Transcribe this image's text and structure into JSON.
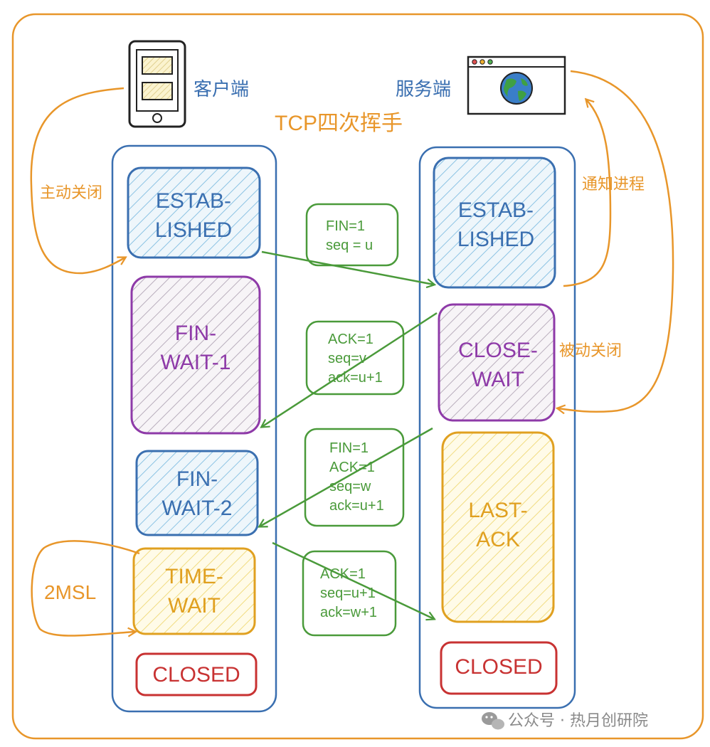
{
  "title": "TCP四次挥手",
  "client": {
    "label": "客户端"
  },
  "server": {
    "label": "服务端"
  },
  "annotations": {
    "active_close": "主动关闭",
    "notify_process": "通知进程",
    "passive_close": "被动关闭",
    "two_msl": "2MSL"
  },
  "client_states": [
    {
      "line1": "ESTAB-",
      "line2": "LISHED",
      "color": "#3a6fb0"
    },
    {
      "line1": "FIN-",
      "line2": "WAIT-1",
      "color": "#8e3aa8"
    },
    {
      "line1": "FIN-",
      "line2": "WAIT-2",
      "color": "#3a6fb0"
    },
    {
      "line1": "TIME-",
      "line2": "WAIT",
      "color": "#e0a020"
    },
    {
      "line1": "CLOSED",
      "line2": "",
      "color": "#c83232"
    }
  ],
  "server_states": [
    {
      "line1": "ESTAB-",
      "line2": "LISHED",
      "color": "#3a6fb0"
    },
    {
      "line1": "CLOSE-",
      "line2": "WAIT",
      "color": "#8e3aa8"
    },
    {
      "line1": "LAST-",
      "line2": "ACK",
      "color": "#e0a020"
    },
    {
      "line1": "CLOSED",
      "line2": "",
      "color": "#c83232"
    }
  ],
  "messages": [
    {
      "lines": [
        "FIN=1",
        "seq = u"
      ]
    },
    {
      "lines": [
        "ACK=1",
        "seq=v",
        "ack=u+1"
      ]
    },
    {
      "lines": [
        "FIN=1",
        "ACK=1",
        "seq=w",
        "ack=u+1"
      ]
    },
    {
      "lines": [
        "ACK=1",
        "seq=u+1",
        "ack=w+1"
      ]
    }
  ],
  "colors": {
    "orange": "#e8962a",
    "blue": "#3a6fb0",
    "green": "#4a9a3a",
    "purple": "#8e3aa8",
    "red": "#c83232"
  },
  "icons": {
    "client": "phone-icon",
    "server": "browser-globe-icon",
    "watermark": "wechat-icon"
  },
  "watermark": "公众号 · 热月创研院"
}
